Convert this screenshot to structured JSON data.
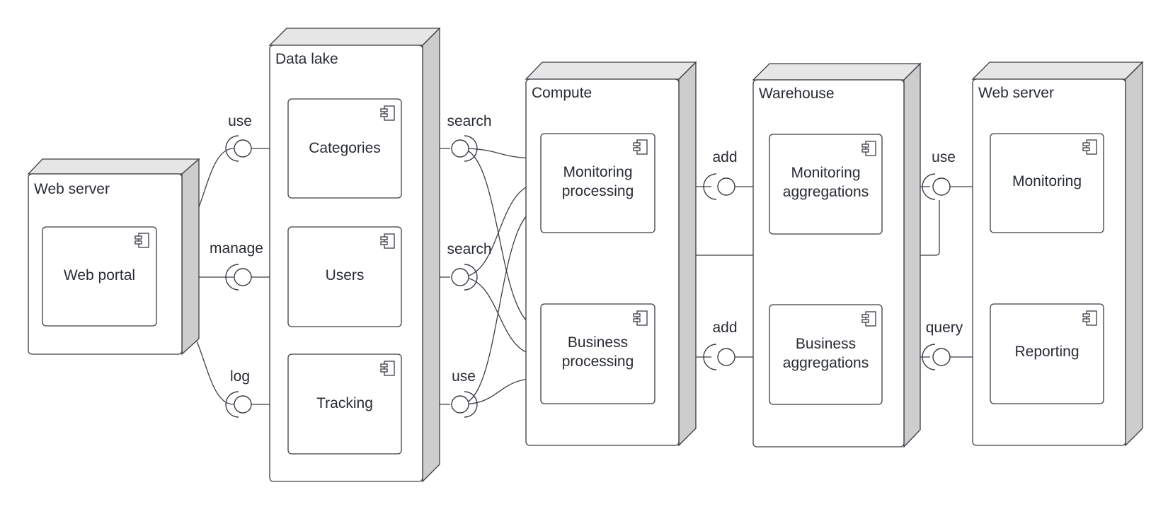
{
  "nodes": [
    {
      "id": "web-server-1",
      "title": "Web server"
    },
    {
      "id": "data-lake",
      "title": "Data lake"
    },
    {
      "id": "compute",
      "title": "Compute"
    },
    {
      "id": "warehouse",
      "title": "Warehouse"
    },
    {
      "id": "web-server-2",
      "title": "Web server"
    }
  ],
  "components": {
    "web_portal": [
      "Web portal"
    ],
    "categories": [
      "Categories"
    ],
    "users": [
      "Users"
    ],
    "tracking": [
      "Tracking"
    ],
    "monitoring_processing": [
      "Monitoring",
      "processing"
    ],
    "business_processing": [
      "Business",
      "processing"
    ],
    "monitoring_aggregations": [
      "Monitoring",
      "aggregations"
    ],
    "business_aggregations": [
      "Business",
      "aggregations"
    ],
    "monitoring": [
      "Monitoring"
    ],
    "reporting": [
      "Reporting"
    ]
  },
  "interfaces": {
    "use_categories": "use",
    "manage_users": "manage",
    "log_tracking": "log",
    "search_categories": "search",
    "search_users": "search",
    "use_tracking": "use",
    "add_monitoring": "add",
    "add_business": "add",
    "use_monitoring": "use",
    "query_reporting": "query"
  },
  "colors": {
    "stroke": "#3a3d45",
    "node_top": "#e6e6e6",
    "node_side": "#cdcdcd",
    "background": "#ffffff",
    "text": "#282c33"
  },
  "icons": {
    "component": "uml-component-icon",
    "provided_interface": "lollipop-ball",
    "required_interface": "socket-arc"
  }
}
